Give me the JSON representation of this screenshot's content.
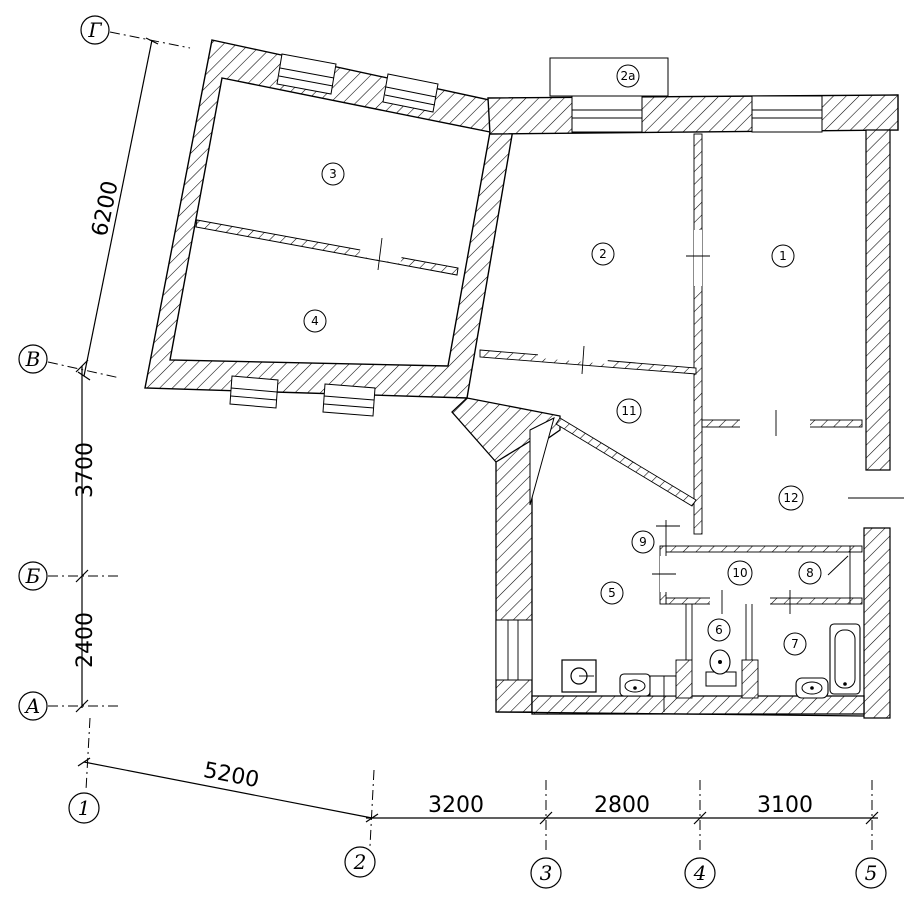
{
  "axes_letters": [
    "Г",
    "В",
    "Б",
    "А"
  ],
  "axes_numbers": [
    "1",
    "2",
    "3",
    "4",
    "5"
  ],
  "dimensions": {
    "gv": "6200",
    "vb_ba": "3700",
    "ba": "2400",
    "d12": "5200",
    "d23": "3200",
    "d34": "2800",
    "d45": "3100"
  },
  "rooms": [
    "1",
    "2",
    "2a",
    "3",
    "4",
    "5",
    "6",
    "7",
    "8",
    "9",
    "10",
    "11",
    "12"
  ]
}
